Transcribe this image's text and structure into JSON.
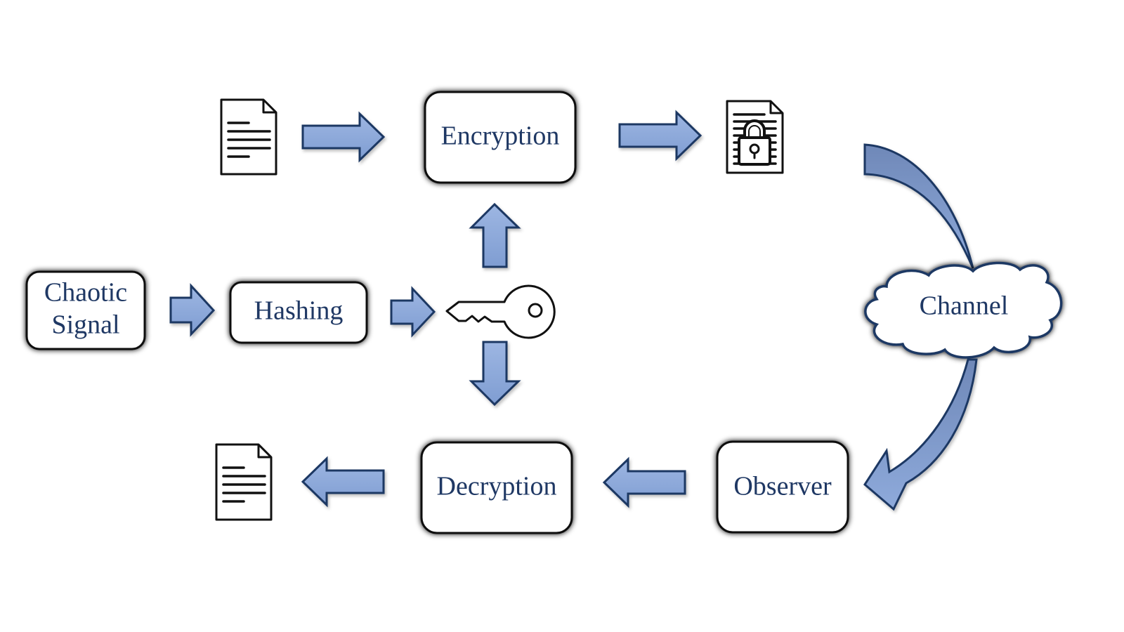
{
  "diagram": {
    "title": "Chaotic-signal-based encryption flow",
    "colors": {
      "label_text": "#1f3864",
      "arrow_fill": "#8eaadb",
      "arrow_stroke": "#1f3864",
      "box_border": "#111111"
    },
    "nodes": {
      "chaotic_signal": {
        "line1": "Chaotic",
        "line2": "Signal"
      },
      "hashing": {
        "label": "Hashing"
      },
      "key": {
        "icon": "key-icon"
      },
      "encryption": {
        "label": "Encryption"
      },
      "decryption": {
        "label": "Decryption"
      },
      "channel": {
        "label": "Channel"
      },
      "observer": {
        "label": "Observer"
      },
      "plaintext_in": {
        "icon": "document-icon"
      },
      "ciphertext": {
        "icon": "locked-document-icon"
      },
      "plaintext_out": {
        "icon": "document-icon"
      }
    },
    "edges": [
      {
        "from": "chaotic_signal",
        "to": "hashing"
      },
      {
        "from": "hashing",
        "to": "key"
      },
      {
        "from": "key",
        "to": "encryption"
      },
      {
        "from": "key",
        "to": "decryption"
      },
      {
        "from": "plaintext_in",
        "to": "encryption"
      },
      {
        "from": "encryption",
        "to": "ciphertext"
      },
      {
        "from": "ciphertext",
        "to": "channel"
      },
      {
        "from": "channel",
        "to": "observer"
      },
      {
        "from": "observer",
        "to": "decryption"
      },
      {
        "from": "decryption",
        "to": "plaintext_out"
      }
    ]
  }
}
